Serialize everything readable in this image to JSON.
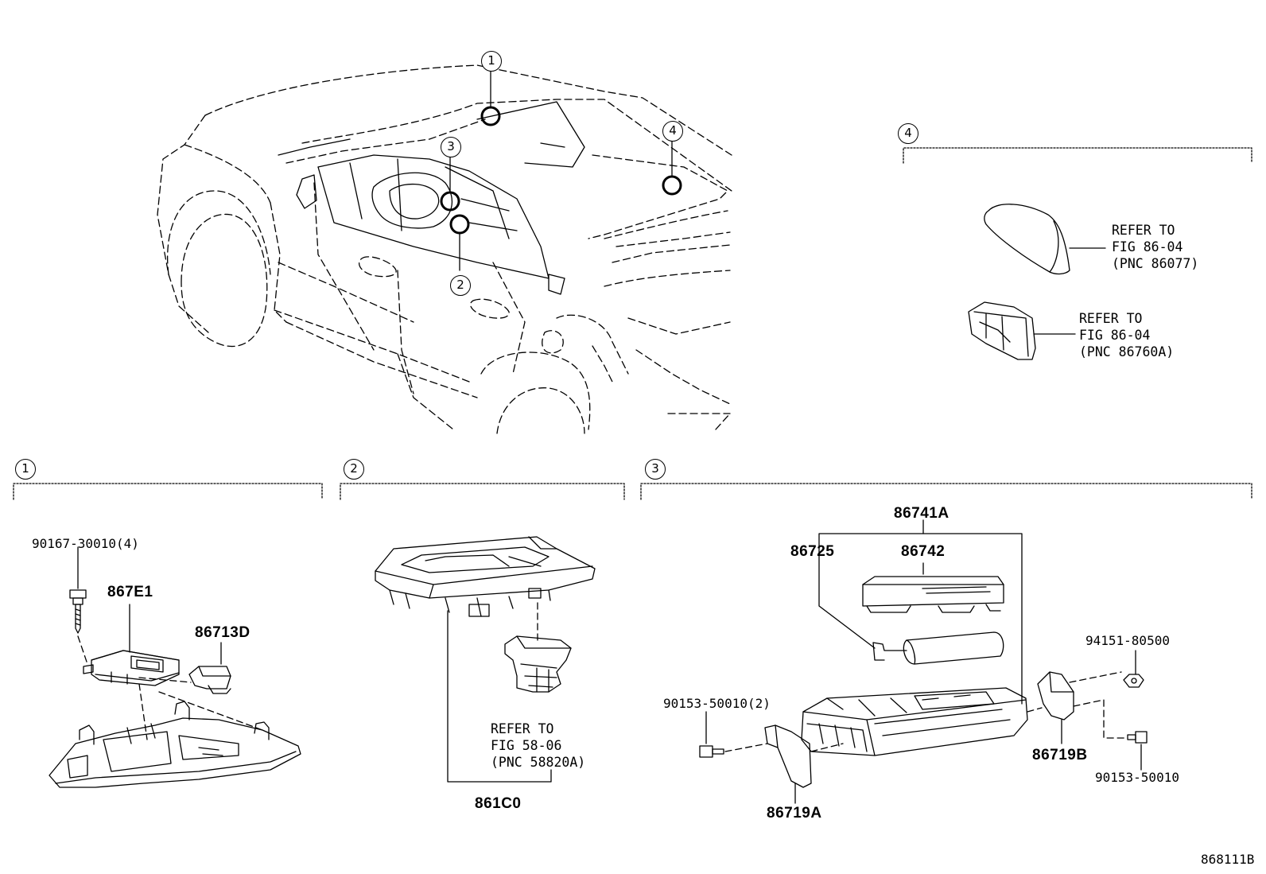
{
  "callouts": [
    "1",
    "2",
    "3",
    "4"
  ],
  "section4": {
    "refs": [
      {
        "line1": "REFER TO",
        "line2": "FIG 86-04",
        "line3": "(PNC 86077)"
      },
      {
        "line1": "REFER TO",
        "line2": "FIG 86-04",
        "line3": "(PNC 86760A)"
      }
    ]
  },
  "section1": {
    "parts": [
      "90167-30010(4)",
      "867E1",
      "86713D"
    ]
  },
  "section2": {
    "refs": [
      {
        "line1": "REFER TO",
        "line2": "FIG 58-06",
        "line3": "(PNC 58820A)"
      }
    ],
    "parts": [
      "861C0"
    ]
  },
  "section3": {
    "parts": [
      "86741A",
      "86725",
      "86742",
      "94151-80500",
      "90153-50010(2)",
      "86719B",
      "90153-50010",
      "86719A"
    ]
  },
  "figure_id": "868111B"
}
